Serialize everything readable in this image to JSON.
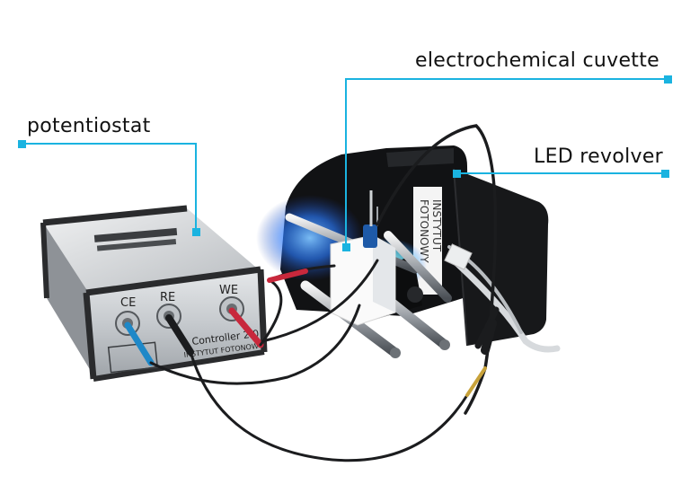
{
  "labels": {
    "potentiostat": "potentiostat",
    "cuvette": "electrochemical cuvette",
    "led_revolver": "LED revolver"
  },
  "device": {
    "port_ce": "CE",
    "port_re": "RE",
    "port_we": "WE",
    "model": "Controller 2.0",
    "maker": "INSTYTUT FOTONOWY"
  },
  "revolver": {
    "panel_text_1": "INSTYTUT",
    "panel_text_2": "FOTONOWY"
  },
  "colors": {
    "callout_line": "#1ab3e0",
    "led_glow": "#2a7bff",
    "cable_blue": "#1e88c8",
    "cable_red": "#c8283c",
    "enclosure": "#c9cdd2"
  },
  "icons": [
    "callout-dot-icon"
  ]
}
